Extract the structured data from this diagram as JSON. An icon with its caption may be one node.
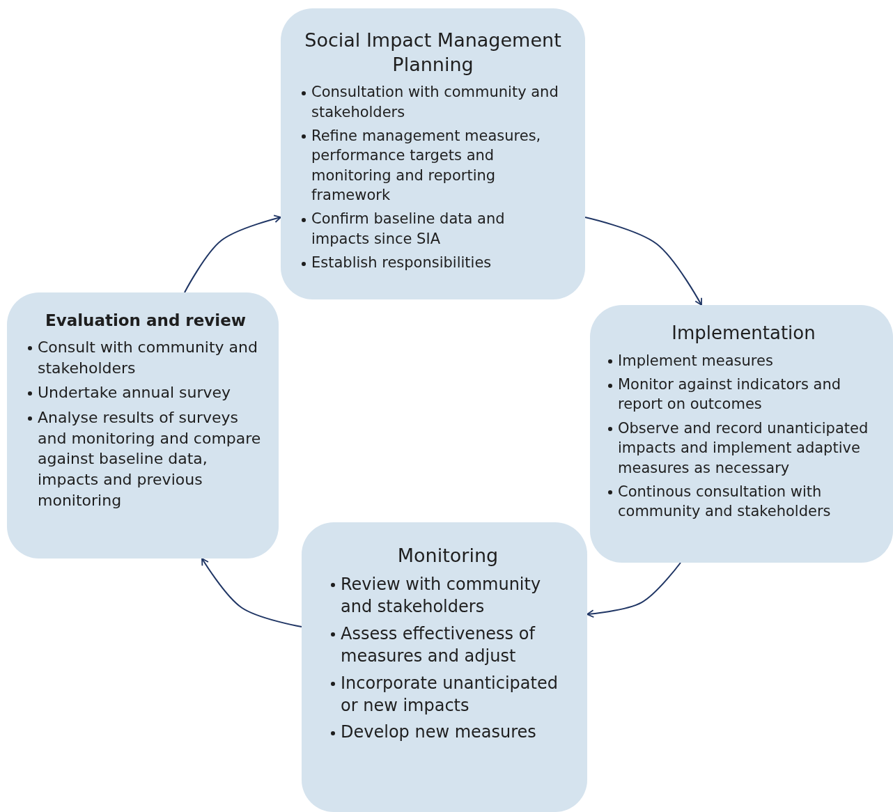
{
  "diagram": {
    "nodes": [
      {
        "text": [
          "Social Impact Management Planning",
          "Consultation with community and stakeholders",
          "Refine management measures, performance targets and monitoring and reporting framework",
          "Confirm baseline data and impacts since SIA",
          "Establish responsibilities"
        ]
      },
      {
        "text": [
          "Implementation",
          "Implement measures",
          "Monitor against indicators and report on outcomes",
          "Observe and record unanticipated impacts and implement adaptive measures as necessary",
          "Continous consultation with community and stakeholders"
        ]
      },
      {
        "text": [
          "Monitoring",
          "Review with community and stakeholders",
          "Assess effectiveness of measures and adjust",
          "Incorporate unanticipated or new impacts",
          "Develop new measures"
        ]
      },
      {
        "text": [
          "Evaluation and review",
          "Consult with community and stakeholders",
          "Undertake annual survey",
          "Analyse results of surveys and monitoring and compare against baseline data, impacts and previous monitoring"
        ]
      }
    ],
    "edges": [
      {
        "from": 0,
        "to": 1,
        "arrow": "to"
      },
      {
        "from": 1,
        "to": 2,
        "arrow": "to"
      },
      {
        "from": 2,
        "to": 3,
        "arrow": "to"
      },
      {
        "from": 3,
        "to": 0,
        "arrow": "to"
      }
    ]
  }
}
